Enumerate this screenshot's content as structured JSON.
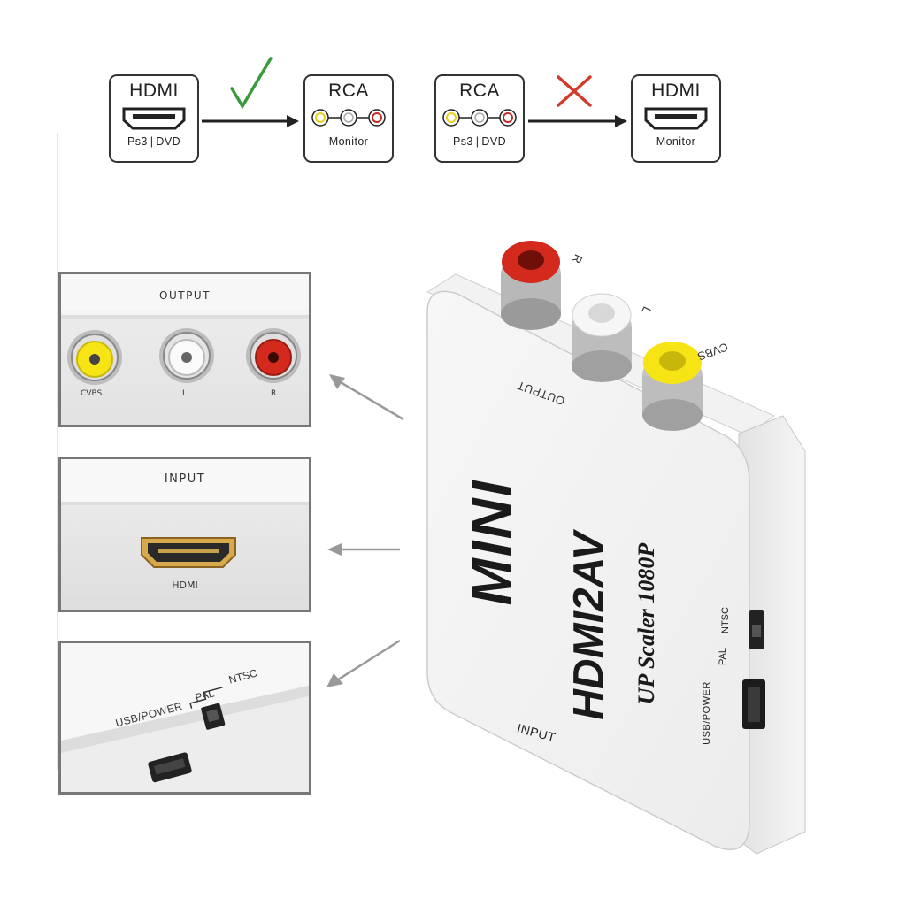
{
  "diagram": {
    "pair1": {
      "source": {
        "top": "HDMI",
        "bottom_left": "Ps3",
        "bottom_right": "DVD"
      },
      "target": {
        "top": "RCA",
        "bottom": "Monitor"
      },
      "status_icon": "check-icon",
      "status_color": "#3a9a3a"
    },
    "pair2": {
      "source": {
        "top": "RCA",
        "bottom_left": "Ps3",
        "bottom_right": "DVD"
      },
      "target": {
        "top": "HDMI",
        "bottom": "Monitor"
      },
      "status_icon": "cross-icon",
      "status_color": "#d23a2a"
    }
  },
  "panels": {
    "output": {
      "title": "OUTPUT",
      "jacks": [
        "CVBS",
        "L",
        "R"
      ]
    },
    "input": {
      "title": "INPUT",
      "port": "HDMI"
    },
    "power": {
      "usb_label": "USB/POWER",
      "switch_label_1": "PAL",
      "switch_label_2": "NTSC"
    }
  },
  "device": {
    "brand": "MINI",
    "model": "HDMI2AV",
    "subtitle": "UP Scaler 1080P",
    "output_label": "OUTPUT",
    "input_label": "INPUT",
    "jack_labels": [
      "R",
      "L",
      "CVBS"
    ],
    "side_usb_label": "USB/POWER",
    "side_pal": "PAL",
    "side_ntsc": "NTSC"
  },
  "colors": {
    "red_jack": "#d42a1e",
    "white_jack": "#f2f2f2",
    "yellow_jack": "#f6e414",
    "hdmi_gold": "#d8a94a"
  }
}
